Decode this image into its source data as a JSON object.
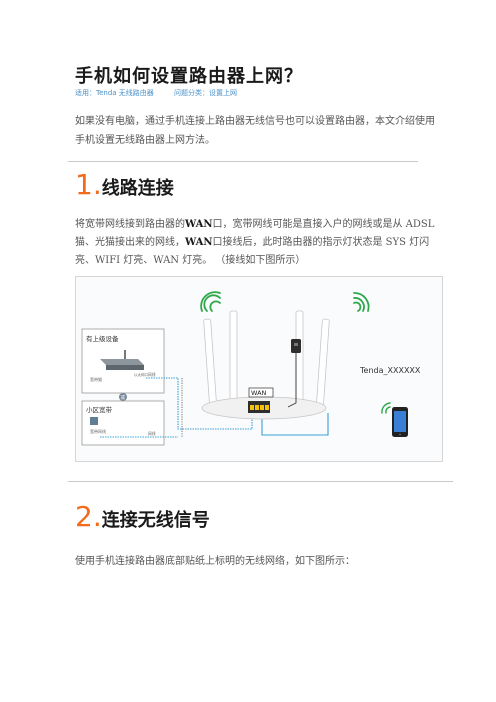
{
  "article": {
    "title": "手机如何设置路由器上网？",
    "meta_product": "适用：Tenda 无线路由器",
    "meta_category": "问题分类：设置上网",
    "intro": "如果没有电脑，通过手机连接上路由器无线信号也可以设置路由器，本文介绍使用手机设置无线路由器上网方法。"
  },
  "section1": {
    "number": "1.",
    "title": "线路连接",
    "para_a": "将宽带网线接到路由器的",
    "wan": "WAN",
    "para_b": "口，宽带网线可能是直接入户的网线或是从 ADSL 猫、光猫接出来的网线，",
    "para_c": "口接线后，此时路由器的指示灯状态是 SYS 灯闪亮、WIFI 灯亮、WAN 灯亮。 （接线如下图所示）"
  },
  "diagram": {
    "box1_title": "有上级设备",
    "box2_title": "小区宽带",
    "or_label": "或",
    "modem_port": "以太网口",
    "modem_label": "宽带猫",
    "wall_label": "宽带网线",
    "cable_label": "网线",
    "cable_label2": "网线",
    "wan_label": "WAN",
    "ssid": "Tenda_XXXXXX"
  },
  "section2": {
    "number": "2.",
    "title": "连接无线信号",
    "para": "使用手机连接路由器底部贴纸上标明的无线网络，如下图所示："
  },
  "colors": {
    "accent_orange": "#f26b1d",
    "wifi_green": "#2ea84a",
    "cable_blue": "#3aa0d8",
    "meta_blue": "#4a90c8"
  }
}
